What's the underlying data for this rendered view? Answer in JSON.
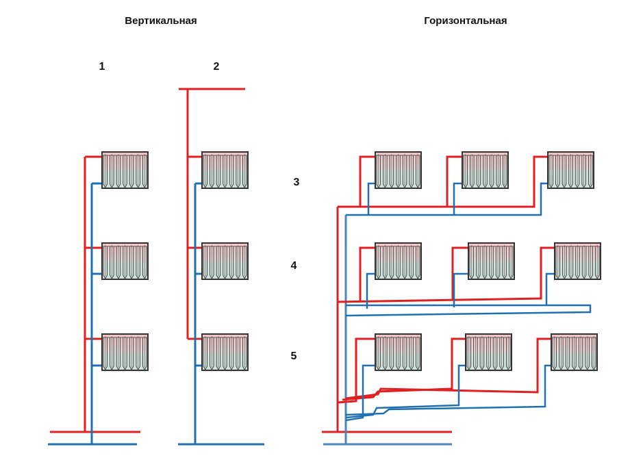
{
  "titles": {
    "vertical": "Вертикальная",
    "horizontal": "Горизонтальная"
  },
  "labels": {
    "n1": "1",
    "n2": "2",
    "n3": "3",
    "n4": "4",
    "n5": "5"
  },
  "colors": {
    "supply": "#e02020",
    "return": "#2070b0",
    "return_main": "#4a86c0",
    "radiator_frame": "#333333",
    "radiator_top": "#f2caca",
    "radiator_bottom": "#d8e8e0"
  },
  "radiator": {
    "sections": 7
  }
}
